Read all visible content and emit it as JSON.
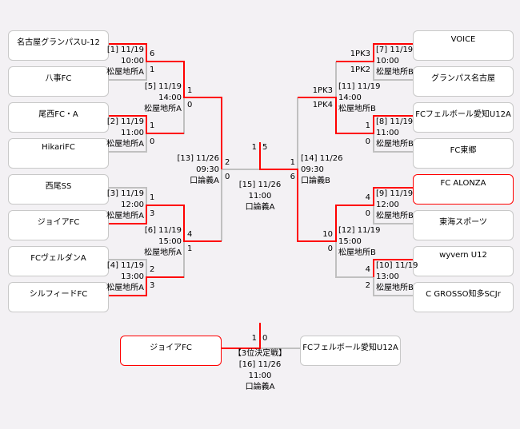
{
  "left_teams": [
    "名古屋グランパスU-12",
    "八事FC",
    "尾西FC・A",
    "HikariFC",
    "西尾SS",
    "ジョイアFC",
    "FCヴェルダンA",
    "シルフィードFC"
  ],
  "right_teams": [
    "VOICE",
    "グランパス名古屋",
    "FCフェルボール愛知U12A",
    "FC東郷",
    "FC ALONZA",
    "東海スポーツ",
    "wyvern U12",
    "C GROSSO知多SCJr"
  ],
  "matches": {
    "m1": {
      "id": "[1] 11/19",
      "time": "10:00",
      "venue": "松屋地所A",
      "s1": "6",
      "s2": "1"
    },
    "m2": {
      "id": "[2] 11/19",
      "time": "11:00",
      "venue": "松屋地所A",
      "s1": "1",
      "s2": "0"
    },
    "m3": {
      "id": "[3] 11/19",
      "time": "12:00",
      "venue": "松屋地所A",
      "s1": "1",
      "s2": "3"
    },
    "m4": {
      "id": "[4] 11/19",
      "time": "13:00",
      "venue": "松屋地所A",
      "s1": "2",
      "s2": "3"
    },
    "m5": {
      "id": "[5] 11/19",
      "time": "14:00",
      "venue": "松屋地所A",
      "s1": "1",
      "s2": "0"
    },
    "m6": {
      "id": "[6] 11/19",
      "time": "15:00",
      "venue": "松屋地所A",
      "s1": "4",
      "s2": "1"
    },
    "m7": {
      "id": "[7] 11/19",
      "time": "10:00",
      "venue": "松屋地所B",
      "s1": "1PK3",
      "s2": "1PK2"
    },
    "m8": {
      "id": "[8] 11/19",
      "time": "11:00",
      "venue": "松屋地所B",
      "s1": "1",
      "s2": "0"
    },
    "m9": {
      "id": "[9] 11/19",
      "time": "12:00",
      "venue": "松屋地所B",
      "s1": "4",
      "s2": "0"
    },
    "m10": {
      "id": "[10] 11/19",
      "time": "13:00",
      "venue": "松屋地所B",
      "s1": "4",
      "s2": "2"
    },
    "m11": {
      "id": "[11] 11/19",
      "time": "14:00",
      "venue": "松屋地所B",
      "s1": "1PK3",
      "s2": "1PK4"
    },
    "m12": {
      "id": "[12] 11/19",
      "time": "15:00",
      "venue": "松屋地所B",
      "s1": "10",
      "s2": "0"
    },
    "m13": {
      "id": "[13] 11/26",
      "time": "09:30",
      "venue": "口論義A",
      "s1": "2",
      "s2": "0"
    },
    "m14": {
      "id": "[14] 11/26",
      "time": "09:30",
      "venue": "口論義B",
      "s1": "1",
      "s2": "6"
    },
    "m15": {
      "id": "[15] 11/26",
      "time": "11:00",
      "venue": "口論義A",
      "s1": "1",
      "s2": "5"
    },
    "m16": {
      "title": "【3位決定戦】",
      "id": "[16] 11/26",
      "time": "11:00",
      "venue": "口論義A",
      "s1": "1",
      "s2": "0"
    }
  },
  "third_place": {
    "team1": "ジョイアFC",
    "team2": "FCフェルボール愛知U12A"
  },
  "colors": {
    "win": "#ff0000",
    "line": "#c0c0c0"
  }
}
